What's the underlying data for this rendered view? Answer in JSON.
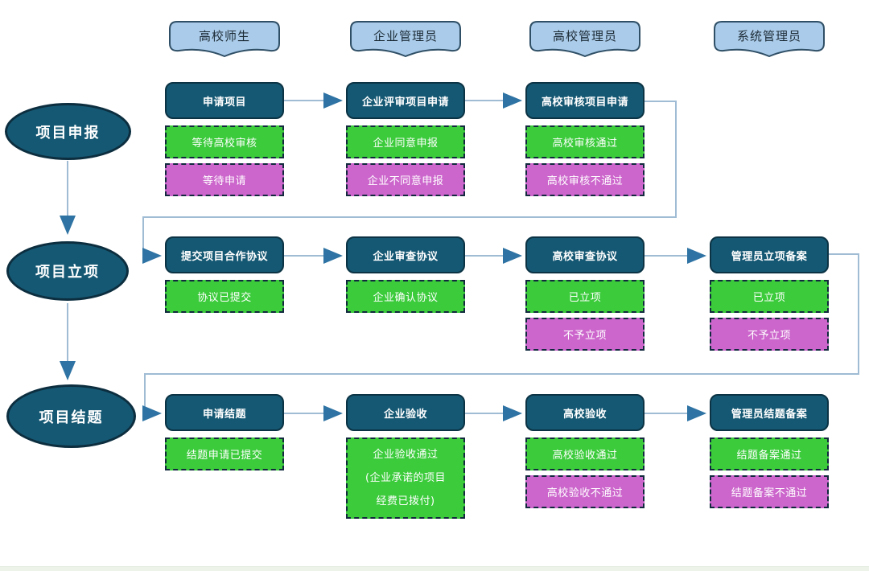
{
  "palette": {
    "node_fill": "#155873",
    "node_border": "#0b3344",
    "success_fill": "#3bcb3b",
    "fail_fill": "#cc66cc",
    "dashed_border": "#12293e",
    "lane_fill": "#aacbe9",
    "lane_border": "#2f4f66",
    "line": "#9fbcd4",
    "arrow": "#2e73a3"
  },
  "lanes": [
    {
      "label": "高校师生"
    },
    {
      "label": "企业管理员"
    },
    {
      "label": "高校管理员"
    },
    {
      "label": "系统管理员"
    }
  ],
  "phases": [
    {
      "label": "项目申报"
    },
    {
      "label": "项目立项"
    },
    {
      "label": "项目结题"
    }
  ],
  "rows": [
    {
      "cells": [
        {
          "col": 0,
          "action": "申请项目",
          "statuses": [
            {
              "text": "等待高校审核",
              "color": "green"
            },
            {
              "text": "等待申请",
              "color": "purple"
            }
          ]
        },
        {
          "col": 1,
          "action": "企业评审项目申请",
          "statuses": [
            {
              "text": "企业同意申报",
              "color": "green"
            },
            {
              "text": "企业不同意申报",
              "color": "purple"
            }
          ]
        },
        {
          "col": 2,
          "action": "高校审核项目申请",
          "statuses": [
            {
              "text": "高校审核通过",
              "color": "green"
            },
            {
              "text": "高校审核不通过",
              "color": "purple"
            }
          ]
        }
      ]
    },
    {
      "cells": [
        {
          "col": 0,
          "action": "提交项目合作协议",
          "statuses": [
            {
              "text": "协议已提交",
              "color": "green"
            }
          ]
        },
        {
          "col": 1,
          "action": "企业审查协议",
          "statuses": [
            {
              "text": "企业确认协议",
              "color": "green"
            }
          ]
        },
        {
          "col": 2,
          "action": "高校审查协议",
          "statuses": [
            {
              "text": "已立项",
              "color": "green"
            },
            {
              "text": "不予立项",
              "color": "purple"
            }
          ]
        },
        {
          "col": 3,
          "action": "管理员立项备案",
          "statuses": [
            {
              "text": "已立项",
              "color": "green"
            },
            {
              "text": "不予立项",
              "color": "purple"
            }
          ]
        }
      ]
    },
    {
      "cells": [
        {
          "col": 0,
          "action": "申请结题",
          "statuses": [
            {
              "text": "结题申请已提交",
              "color": "green"
            }
          ]
        },
        {
          "col": 1,
          "action": "企业验收",
          "statuses": [
            {
              "text": "企业验收通过\n(企业承诺的项目\n经费已拨付)",
              "color": "green",
              "tall": true
            }
          ]
        },
        {
          "col": 2,
          "action": "高校验收",
          "statuses": [
            {
              "text": "高校验收通过",
              "color": "green"
            },
            {
              "text": "高校验收不通过",
              "color": "purple"
            }
          ]
        },
        {
          "col": 3,
          "action": "管理员结题备案",
          "statuses": [
            {
              "text": "结题备案通过",
              "color": "green"
            },
            {
              "text": "结题备案不通过",
              "color": "purple"
            }
          ]
        }
      ]
    }
  ]
}
